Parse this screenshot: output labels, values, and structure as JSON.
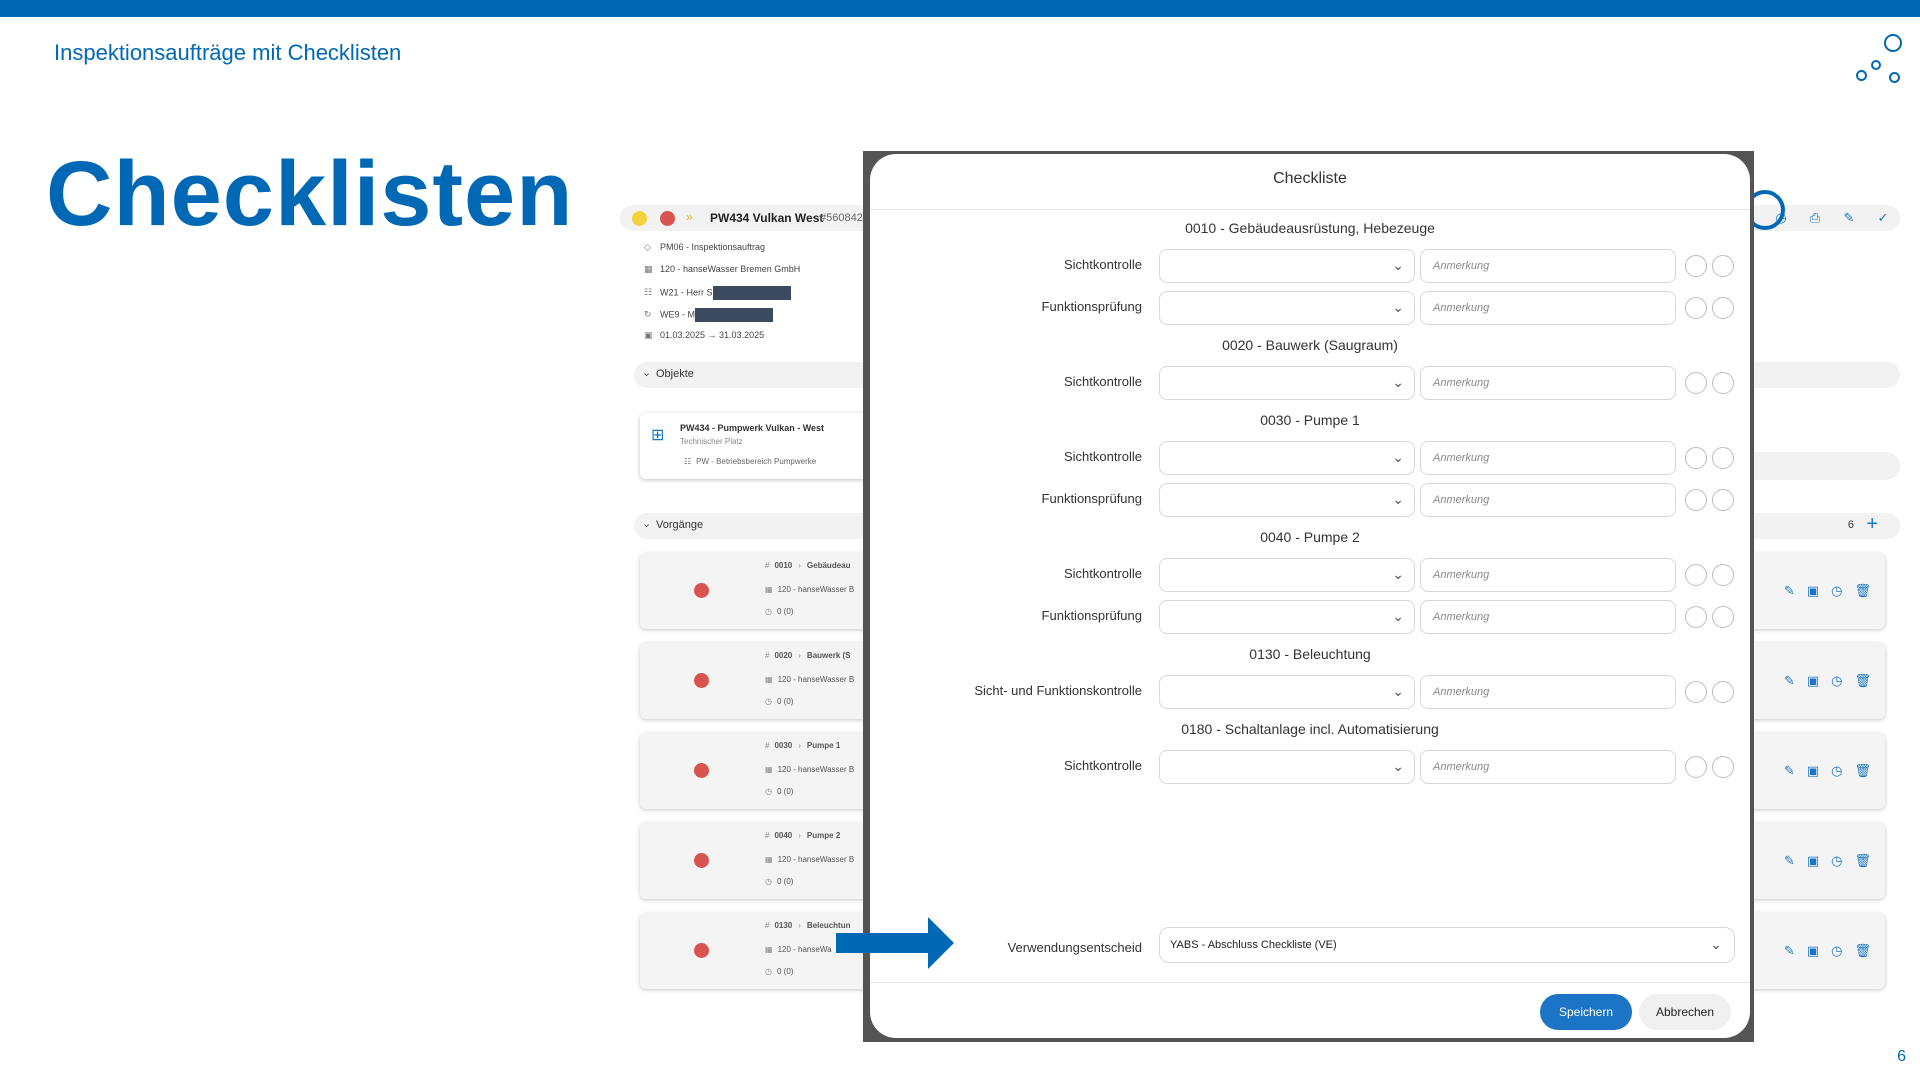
{
  "slide": {
    "subtitle": "Inspektionsaufträge mit Checklisten",
    "title": "Checklisten",
    "page_number": "6",
    "brand_color": "#0068b4"
  },
  "background_app": {
    "order_title": "PW434 Vulkan West",
    "order_id": "#560842",
    "info": {
      "order_type": "PM06 - Inspektionsauftrag",
      "company": "120 - hanseWasser Bremen GmbH",
      "responsible_prefix": "W21 - Herr S",
      "workcenter_prefix": "WE9 - M",
      "period": "01.03.2025 → 31.03.2025"
    },
    "objects_section": "Objekte",
    "object": {
      "name": "PW434 - Pumpwerk Vulkan - West",
      "type": "Technischer Platz",
      "area": "PW - Betriebsbereich Pumpwerke"
    },
    "operations_section": "Vorgänge",
    "operations_count": "6",
    "operations": [
      {
        "number": "0010",
        "name": "Gebäudeau",
        "company": "120 - hanseWasser B",
        "time": "0 (0)"
      },
      {
        "number": "0020",
        "name": "Bauwerk (S",
        "company": "120 - hanseWasser B",
        "time": "0 (0)"
      },
      {
        "number": "0030",
        "name": "Pumpe 1",
        "company": "120 - hanseWasser B",
        "time": "0 (0)"
      },
      {
        "number": "0040",
        "name": "Pumpe 2",
        "company": "120 - hanseWasser B",
        "time": "0 (0)"
      },
      {
        "number": "0130",
        "name": "Beleuchtun",
        "company": "120 - hanseWa",
        "time": "0 (0)"
      }
    ]
  },
  "modal": {
    "title": "Checkliste",
    "note_placeholder": "Anmerkung",
    "groups": [
      {
        "title": "0010 - Gebäudeausrüstung, Hebezeuge",
        "rows": [
          {
            "label": "Sichtkontrolle"
          },
          {
            "label": "Funktionsprüfung"
          }
        ]
      },
      {
        "title": "0020 - Bauwerk (Saugraum)",
        "rows": [
          {
            "label": "Sichtkontrolle"
          }
        ]
      },
      {
        "title": "0030 - Pumpe 1",
        "rows": [
          {
            "label": "Sichtkontrolle"
          },
          {
            "label": "Funktionsprüfung"
          }
        ]
      },
      {
        "title": "0040 - Pumpe 2",
        "rows": [
          {
            "label": "Sichtkontrolle"
          },
          {
            "label": "Funktionsprüfung"
          }
        ]
      },
      {
        "title": "0130 - Beleuchtung",
        "rows": [
          {
            "label": "Sicht- und Funktionskontrolle"
          }
        ]
      },
      {
        "title": "0180 - Schaltanlage incl. Automatisierung",
        "rows": [
          {
            "label": "Sichtkontrolle"
          }
        ]
      }
    ],
    "usage_decision_label": "Verwendungsentscheid",
    "usage_decision_value": "YABS - Abschluss Checkliste (VE)",
    "save_label": "Speichern",
    "cancel_label": "Abbrechen"
  }
}
